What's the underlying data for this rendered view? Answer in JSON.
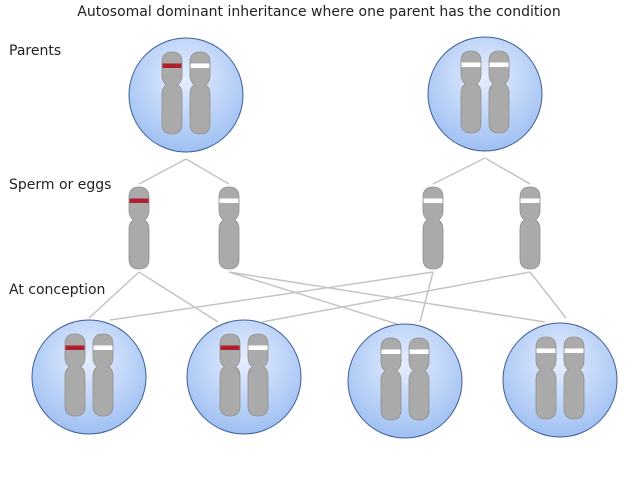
{
  "title": "Autosomal dominant inheritance where one parent has the condition",
  "labels": {
    "parents": "Parents",
    "gametes": "Sperm or eggs",
    "conception": "At conception"
  },
  "colors": {
    "chromosome": "#aaaaaa",
    "affected_band": "#b01e2f",
    "normal_band": "#ffffff",
    "cell_fill_light": "#e6eeff",
    "cell_fill_dark": "#9fc0f2",
    "cell_stroke": "#3d5f96",
    "lines": "#c4c4c4"
  },
  "parents": [
    {
      "name": "parent-affected",
      "alleles": [
        "affected",
        "normal"
      ]
    },
    {
      "name": "parent-unaffected",
      "alleles": [
        "normal",
        "normal"
      ]
    }
  ],
  "gametes": [
    {
      "allele": "affected"
    },
    {
      "allele": "normal"
    },
    {
      "allele": "normal"
    },
    {
      "allele": "normal"
    }
  ],
  "offspring": [
    {
      "alleles": [
        "affected",
        "normal"
      ]
    },
    {
      "alleles": [
        "affected",
        "normal"
      ]
    },
    {
      "alleles": [
        "normal",
        "normal"
      ]
    },
    {
      "alleles": [
        "normal",
        "normal"
      ]
    }
  ]
}
